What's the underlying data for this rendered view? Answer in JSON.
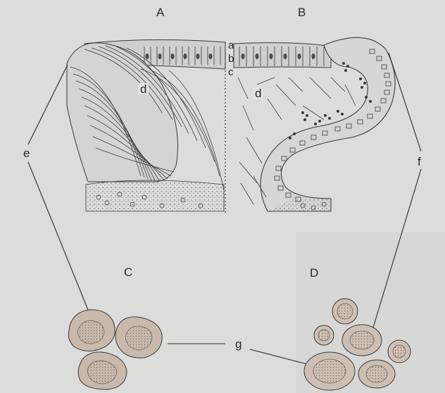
{
  "figure": {
    "panel_labels": [
      "A",
      "B",
      "C",
      "D"
    ],
    "layer_labels": [
      "a",
      "b",
      "c"
    ],
    "region_labels": [
      "d",
      "d"
    ],
    "side_labels": [
      "e",
      "f"
    ],
    "bottom_label": "g"
  },
  "colors": {
    "paper": "#dcdcda",
    "ink": "#2a2a2a",
    "stipple": "#6a6a68"
  }
}
